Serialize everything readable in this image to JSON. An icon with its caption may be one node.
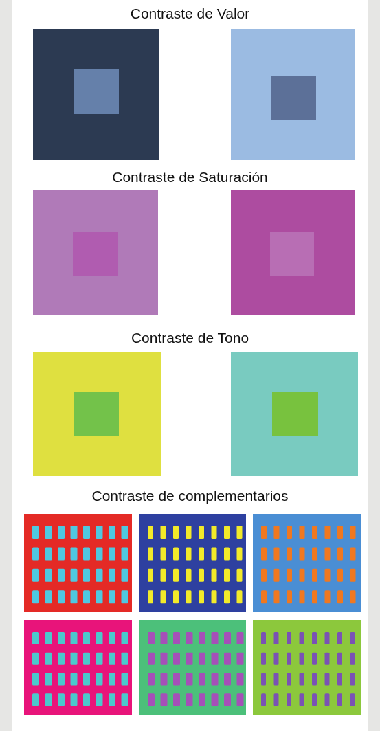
{
  "diagram": {
    "labels": [
      "Contraste de Valor",
      "Contraste de Saturación",
      "Contraste de Tono",
      "Contraste de complementarios"
    ]
  }
}
